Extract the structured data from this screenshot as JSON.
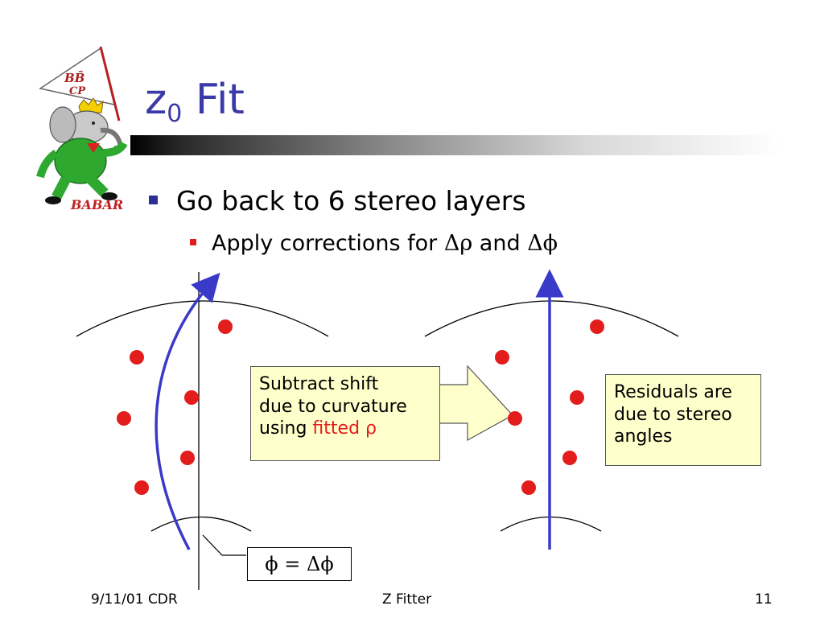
{
  "title": {
    "main": "z",
    "sub": "0",
    "rest": " Fit"
  },
  "logo": {
    "top_text": "BB̄ CP",
    "bottom_text": "BABAR"
  },
  "bullets": [
    {
      "text": "Go back to 6 stereo layers"
    },
    {
      "text_before": "Apply corrections for ",
      "sym1": "Δρ",
      "text_mid": " and ",
      "sym2": "Δϕ"
    }
  ],
  "box_subtract": {
    "line1": "Subtract shift",
    "line2": "due to curvature",
    "line3_prefix": "using ",
    "line3_red": "fitted ρ"
  },
  "box_residuals": {
    "line1": "Residuals are",
    "line2": "due to stereo",
    "line3": "angles"
  },
  "phi_label": "ϕ = Δϕ",
  "footer": {
    "left": "9/11/01 CDR",
    "center": "Z Fitter",
    "right": "11"
  },
  "colors": {
    "title": "#3a3aa8",
    "bullet1": "#2d2d9a",
    "bullet2": "#e31c1c",
    "dots": "#e31c1c",
    "track": "#3a3ac8",
    "box_fill": "#ffffcc"
  }
}
